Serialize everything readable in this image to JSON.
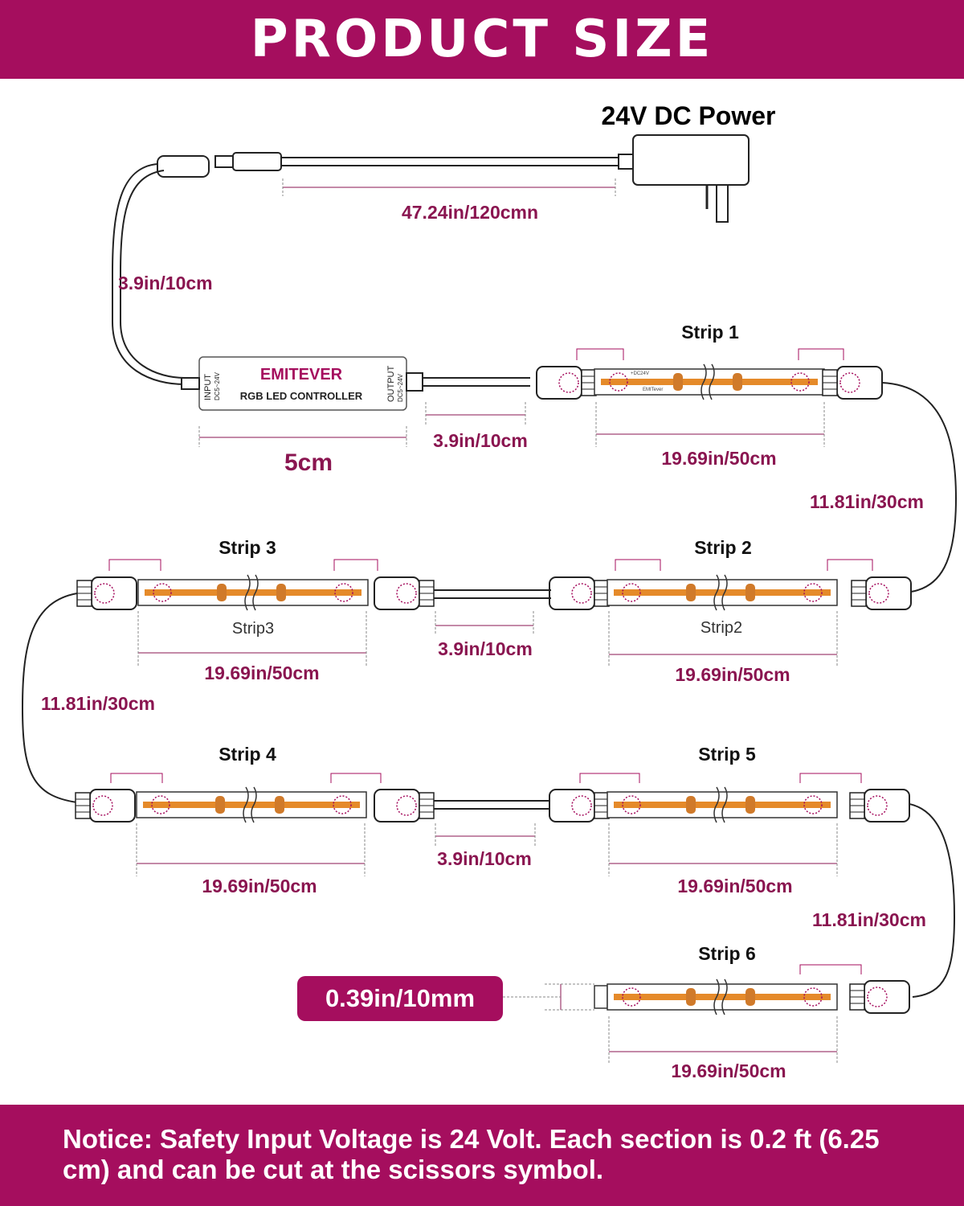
{
  "header": {
    "title": "PRODUCT SIZE"
  },
  "power": {
    "label": "24V DC Power",
    "cable_length": "47.24in/120cmn"
  },
  "controller": {
    "brand": "EMITEVER",
    "subtitle": "RGB LED CONTROLLER",
    "input_label": "INPUT",
    "input_voltage": "DC5~24V",
    "output_label": "OUTPUT",
    "output_voltage": "DC5~24V",
    "width_label": "5cm",
    "lead_length": "3.9in/10cm",
    "output_lead_length": "3.9in/10cm"
  },
  "strips": [
    {
      "title": "Strip 1",
      "length": "19.69in/50cm"
    },
    {
      "title": "Strip 2",
      "length": "19.69in/50cm",
      "caption": "Strip2"
    },
    {
      "title": "Strip 3",
      "length": "19.69in/50cm",
      "caption": "Strip3"
    },
    {
      "title": "Strip 4",
      "length": "19.69in/50cm"
    },
    {
      "title": "Strip 5",
      "length": "19.69in/50cm"
    },
    {
      "title": "Strip 6",
      "length": "19.69in/50cm"
    }
  ],
  "connectors": {
    "link_1_2": "11.81in/30cm",
    "link_2_3": "3.9in/10cm",
    "link_3_4": "11.81in/30cm",
    "link_4_5": "3.9in/10cm",
    "link_5_6": "11.81in/30cm"
  },
  "strip_width": "0.39in/10mm",
  "pad_label": "+DC24V",
  "pad_label_short": "DC24V",
  "strip_brand": "EMITever",
  "notice": "Notice: Safety Input Voltage is 24 Volt. Each section is 0.2 ft (6.25 cm) and can be cut at the scissors symbol.",
  "colors": {
    "brand": "#a50e5e",
    "dimension_text": "#8a1550",
    "led": "#e58a2a"
  }
}
